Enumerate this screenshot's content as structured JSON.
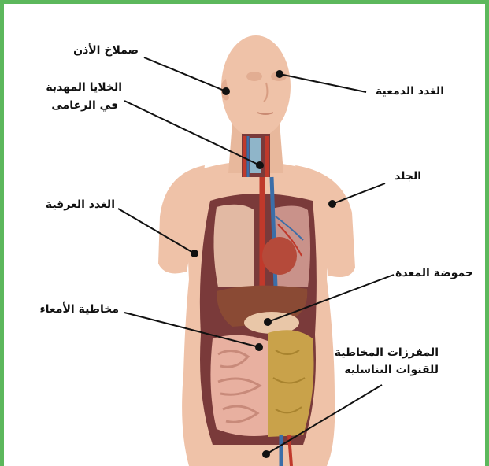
{
  "labels": {
    "ear_pinna": "صملاخ الأذن",
    "lacrimal_glands": "الغدد الدمعية",
    "ciliated_cells_line1": "الخلايا المهدبة",
    "ciliated_cells_line2": "في الرغامى",
    "skin": "الجلد",
    "sweat_glands": "الغدد العرقية",
    "stomach_acidity": "حموضة المعدة",
    "intestinal_mucosa": "مخاطية الأمعاء",
    "mucous_secretions_line1": "المفرزات المخاطية",
    "mucous_secretions_line2": "للقنوات التناسلية"
  },
  "colors": {
    "frame_border": "#5cb85c",
    "skin": "#efc2a8",
    "skin_shadow": "#dea88c",
    "cavity": "#7a3a3a",
    "lung": "#e2b9a3",
    "liver": "#8a4a34",
    "heart": "#b54a3a",
    "intestine": "#e8b0a0",
    "colon_fat": "#c9a24a",
    "stomach": "#e9c7a8",
    "artery": "#c0392b",
    "vein": "#3b6ea8",
    "trachea": "#8fb5c9",
    "leader_line": "#111111"
  }
}
